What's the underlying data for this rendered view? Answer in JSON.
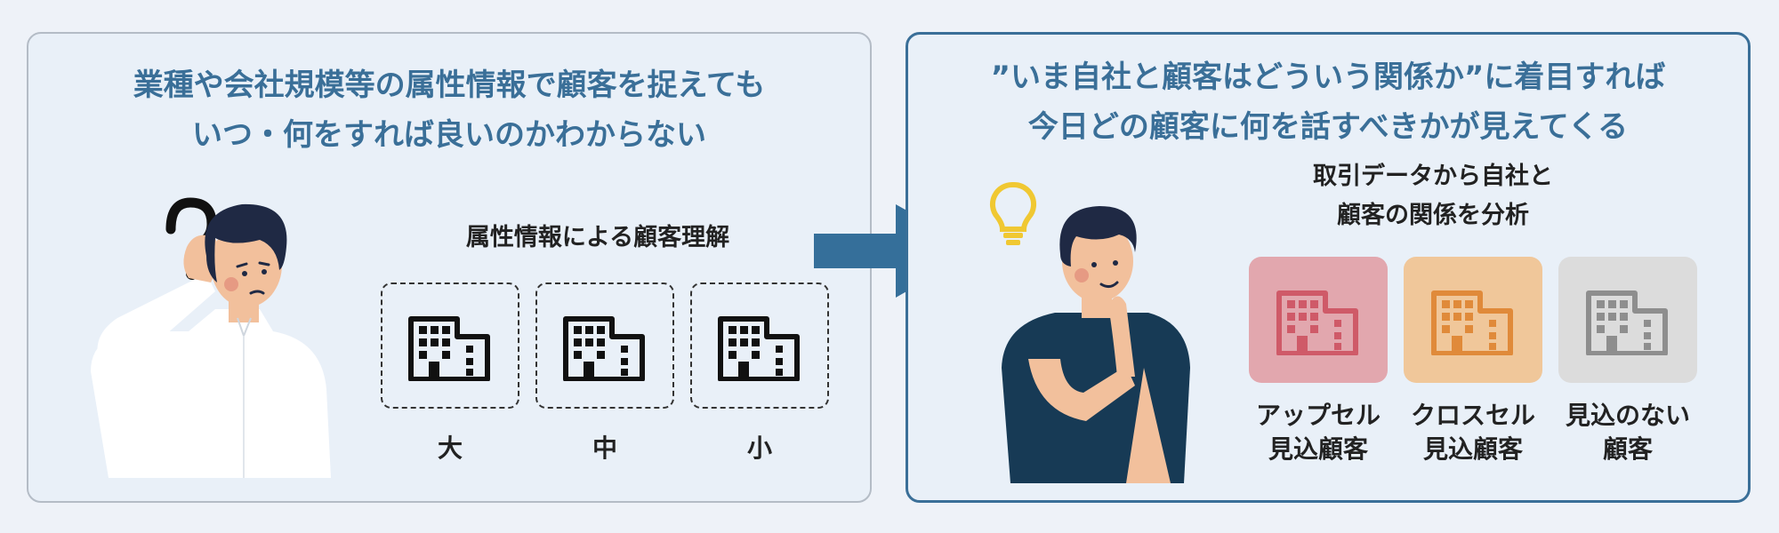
{
  "left_panel": {
    "headline_line1": "業種や会社規模等の属性情報で顧客を捉えても",
    "headline_line2": "いつ・何をすれば良いのかわからない",
    "subtitle": "属性情報による顧客理解",
    "sizes": [
      "大",
      "中",
      "小"
    ]
  },
  "right_panel": {
    "headline_line1": "”いま自社と顧客はどういう関係か”に着目すれば",
    "headline_line2": "今日どの顧客に何を話すべきかが見えてくる",
    "subtitle_line1": "取引データから自社と",
    "subtitle_line2": "顧客の関係を分析",
    "segments": [
      {
        "line1": "アップセル",
        "line2": "見込顧客",
        "bg": "#e2a7ae",
        "icon": "#cf5a68"
      },
      {
        "line1": "クロスセル",
        "line2": "見込顧客",
        "bg": "#f0c79a",
        "icon": "#e08a3a"
      },
      {
        "line1": "見込のない",
        "line2": "顧客",
        "bg": "#dcdcdc",
        "icon": "#8e8e8e"
      }
    ]
  },
  "icons": {
    "question": "question-mark-icon",
    "lightbulb": "lightbulb-icon",
    "building": "building-icon",
    "arrow": "right-arrow-icon"
  },
  "colors": {
    "accent": "#3a6f98",
    "arrow": "#356f9a"
  }
}
